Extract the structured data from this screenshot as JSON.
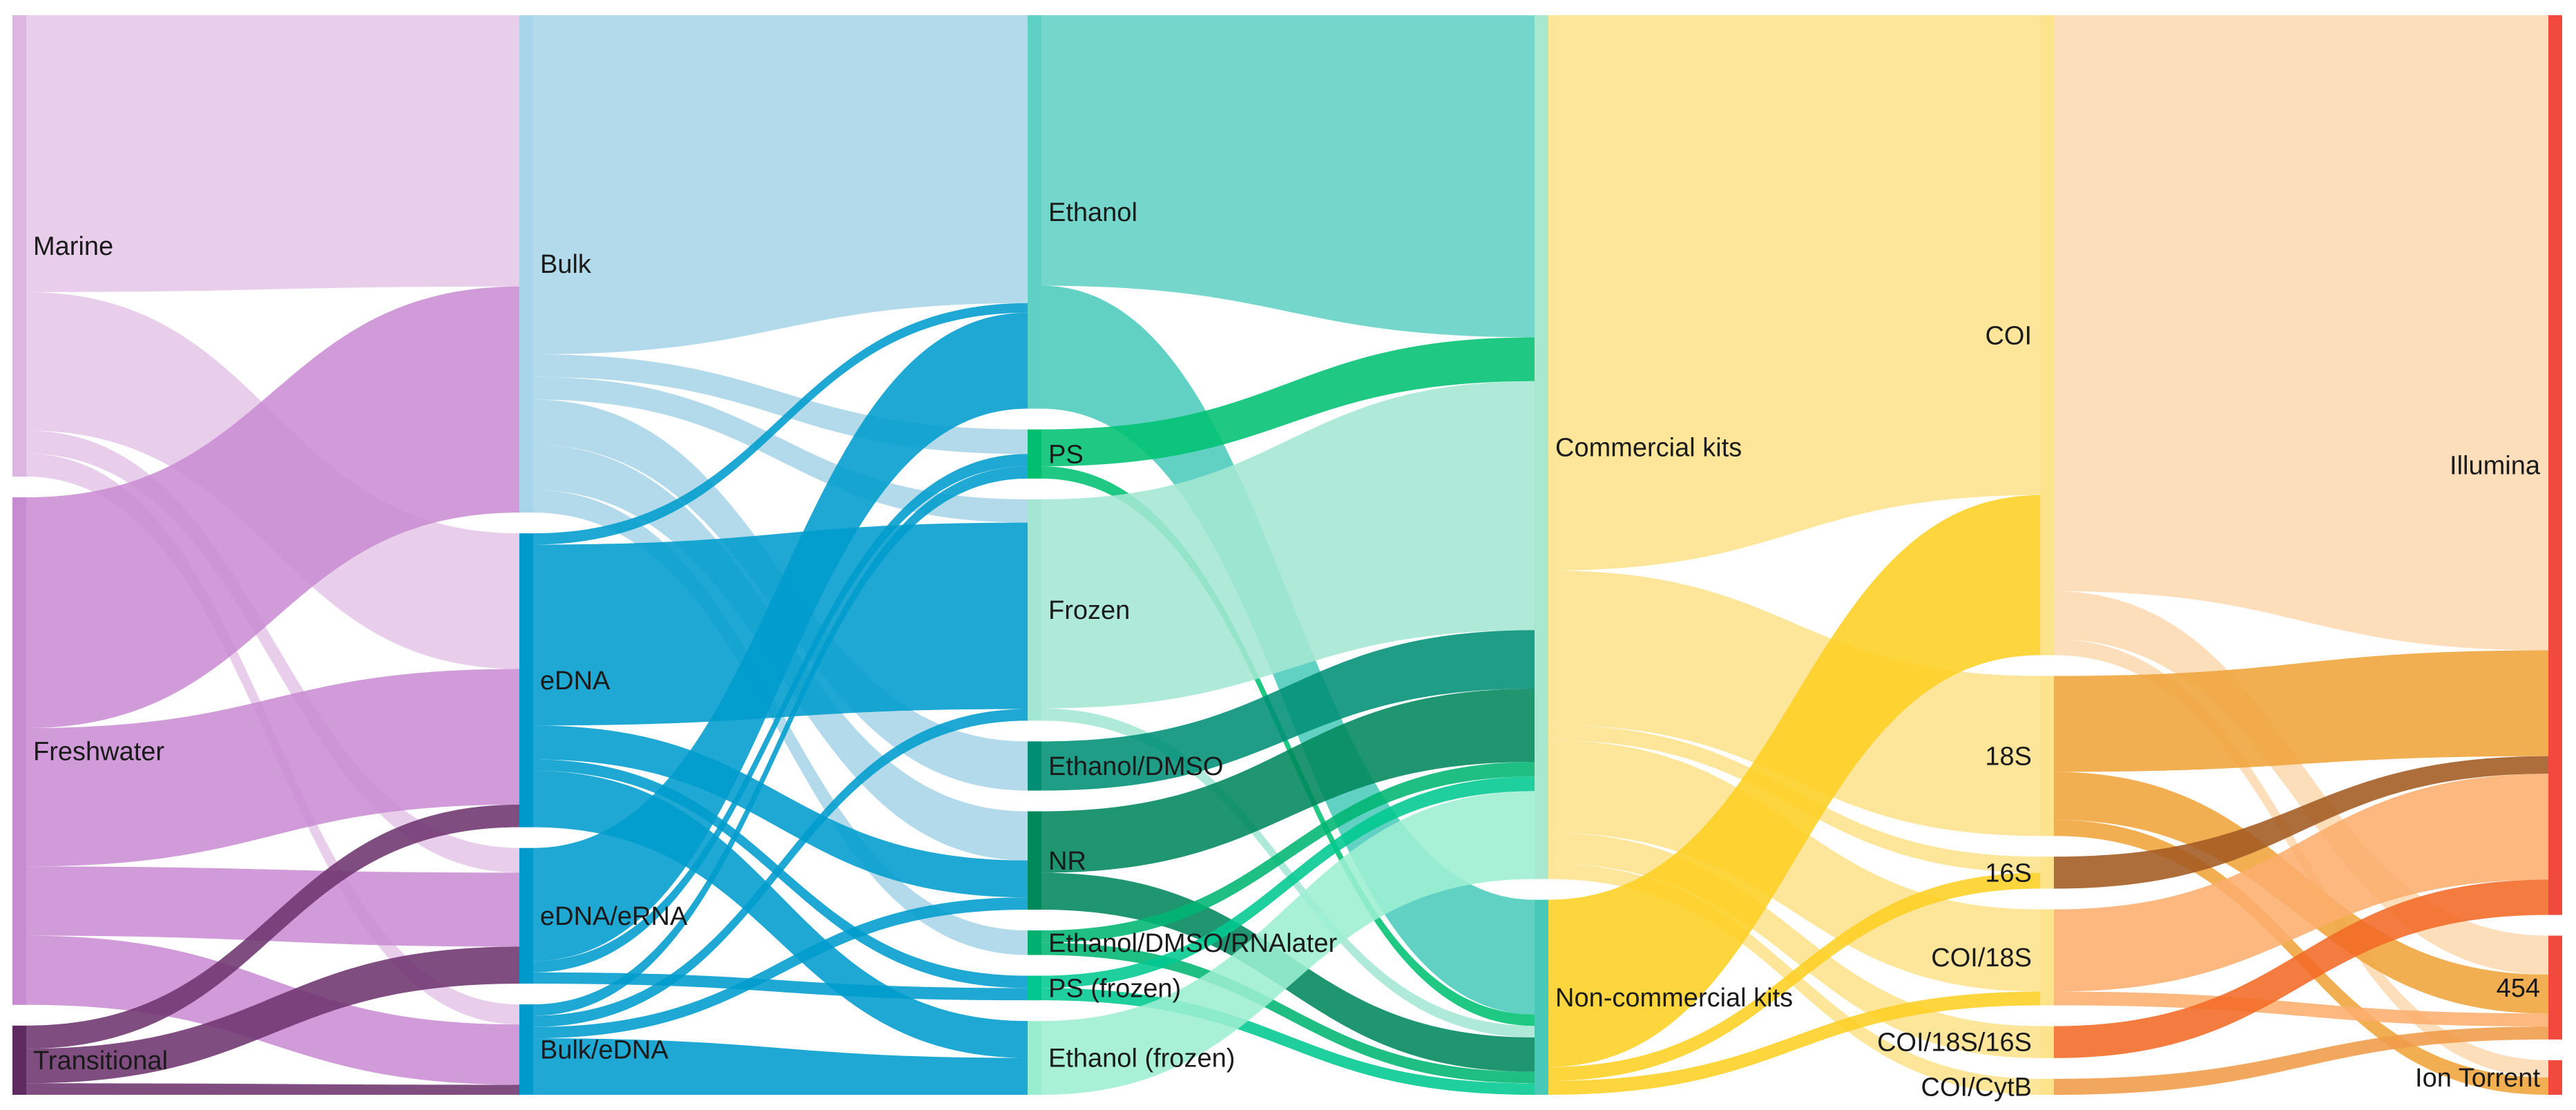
{
  "chart_data": {
    "type": "sankey",
    "stages": [
      {
        "name": "",
        "nodes": [
          {
            "id": "marine",
            "label": "Marine",
            "value": 20,
            "color": "#dcb6e0"
          },
          {
            "id": "freshwater",
            "label": "Freshwater",
            "value": 22,
            "color": "#c68bd0"
          },
          {
            "id": "transitional",
            "label": "Transitional",
            "value": 3,
            "color": "#5e2a5f"
          }
        ]
      },
      {
        "name": "",
        "nodes": [
          {
            "id": "bulk",
            "label": "Bulk",
            "value": 22,
            "color": "#a8d5e9"
          },
          {
            "id": "edna",
            "label": "eDNA",
            "value": 13,
            "color": "#0099cc"
          },
          {
            "id": "edna_erna",
            "label": "eDNA/eRNA",
            "value": 6,
            "color": "#0099cc"
          },
          {
            "id": "bulk_edna",
            "label": "Bulk/eDNA",
            "value": 4,
            "color": "#0099cc"
          }
        ]
      },
      {
        "name": "",
        "nodes": [
          {
            "id": "ethanol",
            "label": "Ethanol",
            "value": 16,
            "color": "#5fd1c4"
          },
          {
            "id": "ps",
            "label": "PS",
            "value": 2,
            "color": "#00c070"
          },
          {
            "id": "frozen",
            "label": "Frozen",
            "value": 9,
            "color": "#a3e6d2"
          },
          {
            "id": "ethanol_dmso",
            "label": "Ethanol/DMSO",
            "value": 2,
            "color": "#008f75"
          },
          {
            "id": "nr",
            "label": "NR",
            "value": 4,
            "color": "#00875a"
          },
          {
            "id": "ethanol_dmso_rnalater",
            "label": "Ethanol/DMSO/RNAlater",
            "value": 1,
            "color": "#00b070"
          },
          {
            "id": "ps_frozen",
            "label": "PS (frozen)",
            "value": 1,
            "color": "#00c890"
          },
          {
            "id": "ethanol_frozen",
            "label": "Ethanol (frozen)",
            "value": 3,
            "color": "#9aeed0"
          }
        ]
      },
      {
        "name": "",
        "nodes": [
          {
            "id": "commercial",
            "label": "Commercial kits",
            "value": 31,
            "color": "#a8e8cf"
          },
          {
            "id": "noncommercial",
            "label": "Non-commercial kits",
            "value": 7,
            "color": "#48c9b8"
          }
        ]
      },
      {
        "name": "",
        "nodes": [
          {
            "id": "coi",
            "label": "COI",
            "value": 20,
            "color": "#fde38b"
          },
          {
            "id": "18s",
            "label": "18S",
            "value": 5,
            "color": "#fde38b"
          },
          {
            "id": "16s",
            "label": "16S",
            "value": 1,
            "color": "#fde38b"
          },
          {
            "id": "coi_18s",
            "label": "COI/18S",
            "value": 3,
            "color": "#fde38b"
          },
          {
            "id": "coi_18s_16s",
            "label": "COI/18S/16S",
            "value": 1,
            "color": "#fde38b"
          },
          {
            "id": "coi_cytb",
            "label": "COI/CytB",
            "value": 0.5,
            "color": "#fde38b"
          }
        ]
      },
      {
        "name": "",
        "nodes": [
          {
            "id": "illumina",
            "label": "Illumina",
            "value": 26,
            "color": "#f04a3e"
          },
          {
            "id": "454",
            "label": "454",
            "value": 3,
            "color": "#f04a3e"
          },
          {
            "id": "ion_torrent",
            "label": "Ion Torrent",
            "value": 1,
            "color": "#f04a3e"
          }
        ]
      }
    ],
    "links": [
      {
        "source": "marine",
        "target": "bulk",
        "value": 12,
        "color": "#e5c7e8"
      },
      {
        "source": "marine",
        "target": "edna",
        "value": 6,
        "color": "#e5c7e8"
      },
      {
        "source": "marine",
        "target": "edna_erna",
        "value": 1,
        "color": "#e5c7e8"
      },
      {
        "source": "marine",
        "target": "bulk_edna",
        "value": 1,
        "color": "#e5c7e8"
      },
      {
        "source": "freshwater",
        "target": "bulk",
        "value": 10,
        "color": "#c98dd3"
      },
      {
        "source": "freshwater",
        "target": "edna",
        "value": 6,
        "color": "#c98dd3"
      },
      {
        "source": "freshwater",
        "target": "edna_erna",
        "value": 3,
        "color": "#c98dd3"
      },
      {
        "source": "freshwater",
        "target": "bulk_edna",
        "value": 3,
        "color": "#c98dd3"
      },
      {
        "source": "transitional",
        "target": "edna",
        "value": 1,
        "color": "#6e3470"
      },
      {
        "source": "transitional",
        "target": "edna_erna",
        "value": 1.5,
        "color": "#6e3470"
      },
      {
        "source": "transitional",
        "target": "bulk_edna",
        "value": 0.5,
        "color": "#6e3470"
      },
      {
        "source": "bulk",
        "target": "ethanol",
        "value": 15,
        "color": "#a9d5e8"
      },
      {
        "source": "bulk",
        "target": "ps",
        "value": 1,
        "color": "#a9d5e8"
      },
      {
        "source": "bulk",
        "target": "frozen",
        "value": 1,
        "color": "#a9d5e8"
      },
      {
        "source": "bulk",
        "target": "ethanol_dmso",
        "value": 2,
        "color": "#a9d5e8"
      },
      {
        "source": "bulk",
        "target": "nr",
        "value": 2,
        "color": "#a9d5e8"
      },
      {
        "source": "bulk",
        "target": "ethanol_dmso_rnalater",
        "value": 1,
        "color": "#a9d5e8"
      },
      {
        "source": "edna",
        "target": "ethanol",
        "value": 0.5,
        "color": "#009ccd"
      },
      {
        "source": "edna",
        "target": "frozen",
        "value": 8,
        "color": "#009ccd"
      },
      {
        "source": "edna",
        "target": "nr",
        "value": 1.5,
        "color": "#009ccd"
      },
      {
        "source": "edna",
        "target": "ps_frozen",
        "value": 0.5,
        "color": "#009ccd"
      },
      {
        "source": "edna",
        "target": "ethanol_frozen",
        "value": 2.5,
        "color": "#009ccd"
      },
      {
        "source": "edna_erna",
        "target": "ethanol",
        "value": 5,
        "color": "#009ccd"
      },
      {
        "source": "edna_erna",
        "target": "ps",
        "value": 0.5,
        "color": "#009ccd"
      },
      {
        "source": "edna_erna",
        "target": "ps_frozen",
        "value": 0.5,
        "color": "#009ccd"
      },
      {
        "source": "bulk_edna",
        "target": "ps",
        "value": 0.5,
        "color": "#009ccd"
      },
      {
        "source": "bulk_edna",
        "target": "frozen",
        "value": 0.5,
        "color": "#009ccd"
      },
      {
        "source": "bulk_edna",
        "target": "nr",
        "value": 0.5,
        "color": "#009ccd"
      },
      {
        "source": "bulk_edna",
        "target": "ethanol_frozen",
        "value": 2.5,
        "color": "#009ccd"
      },
      {
        "source": "ethanol",
        "target": "commercial",
        "value": 11,
        "color": "#62d2c5"
      },
      {
        "source": "ethanol",
        "target": "noncommercial",
        "value": 5,
        "color": "#4bcbbb"
      },
      {
        "source": "ps",
        "target": "commercial",
        "value": 1.5,
        "color": "#00c272"
      },
      {
        "source": "ps",
        "target": "noncommercial",
        "value": 0.5,
        "color": "#00c272"
      },
      {
        "source": "frozen",
        "target": "commercial",
        "value": 8.5,
        "color": "#a4e7d3"
      },
      {
        "source": "frozen",
        "target": "noncommercial",
        "value": 0.5,
        "color": "#a4e7d3"
      },
      {
        "source": "ethanol_dmso",
        "target": "commercial",
        "value": 2,
        "color": "#008f76"
      },
      {
        "source": "nr",
        "target": "commercial",
        "value": 2.5,
        "color": "#00885c"
      },
      {
        "source": "nr",
        "target": "noncommercial",
        "value": 1.5,
        "color": "#00885c"
      },
      {
        "source": "ethanol_dmso_rnalater",
        "target": "commercial",
        "value": 0.5,
        "color": "#00b572"
      },
      {
        "source": "ethanol_dmso_rnalater",
        "target": "noncommercial",
        "value": 0.5,
        "color": "#00b572"
      },
      {
        "source": "ps_frozen",
        "target": "commercial",
        "value": 0.5,
        "color": "#00c890"
      },
      {
        "source": "ps_frozen",
        "target": "noncommercial",
        "value": 0.5,
        "color": "#00c890"
      },
      {
        "source": "ethanol_frozen",
        "target": "commercial",
        "value": 3,
        "color": "#9cefd1"
      },
      {
        "source": "commercial",
        "target": "coi",
        "value": 18,
        "color": "#fde38c"
      },
      {
        "source": "commercial",
        "target": "18s",
        "value": 5,
        "color": "#fde38c"
      },
      {
        "source": "commercial",
        "target": "coi_18s",
        "value": 3,
        "color": "#fde38c"
      },
      {
        "source": "commercial",
        "target": "coi_18s_16s",
        "value": 1,
        "color": "#fde38c"
      },
      {
        "source": "commercial",
        "target": "coi_cytb",
        "value": 0.5,
        "color": "#fde38c"
      },
      {
        "source": "commercial",
        "target": "16s",
        "value": 0.5,
        "color": "#fde38c"
      },
      {
        "source": "noncommercial",
        "target": "coi",
        "value": 6,
        "color": "#fdcf22"
      },
      {
        "source": "noncommercial",
        "target": "16s",
        "value": 0.5,
        "color": "#fdcf22"
      },
      {
        "source": "noncommercial",
        "target": "coi_18s",
        "value": 0.5,
        "color": "#fdcf22"
      },
      {
        "source": "coi",
        "target": "illumina",
        "value": 18,
        "color": "#fdd9b1"
      },
      {
        "source": "coi",
        "target": "454",
        "value": 1.5,
        "color": "#fdd9b1"
      },
      {
        "source": "coi",
        "target": "ion_torrent",
        "value": 0.5,
        "color": "#fdd9b1"
      },
      {
        "source": "18s",
        "target": "illumina",
        "value": 3,
        "color": "#efa43a"
      },
      {
        "source": "18s",
        "target": "454",
        "value": 1.5,
        "color": "#efa43a"
      },
      {
        "source": "18s",
        "target": "ion_torrent",
        "value": 0.5,
        "color": "#efa43a"
      },
      {
        "source": "16s",
        "target": "illumina",
        "value": 0.5,
        "color": "#a35a20"
      },
      {
        "source": "coi_18s",
        "target": "illumina",
        "value": 3,
        "color": "#fcae6c"
      },
      {
        "source": "coi_18s",
        "target": "454",
        "value": 0.5,
        "color": "#fcae6c"
      },
      {
        "source": "coi_18s_16s",
        "target": "illumina",
        "value": 1,
        "color": "#f26a25"
      },
      {
        "source": "coi_cytb",
        "target": "454",
        "value": 0.5,
        "color": "#f09b48"
      }
    ]
  }
}
